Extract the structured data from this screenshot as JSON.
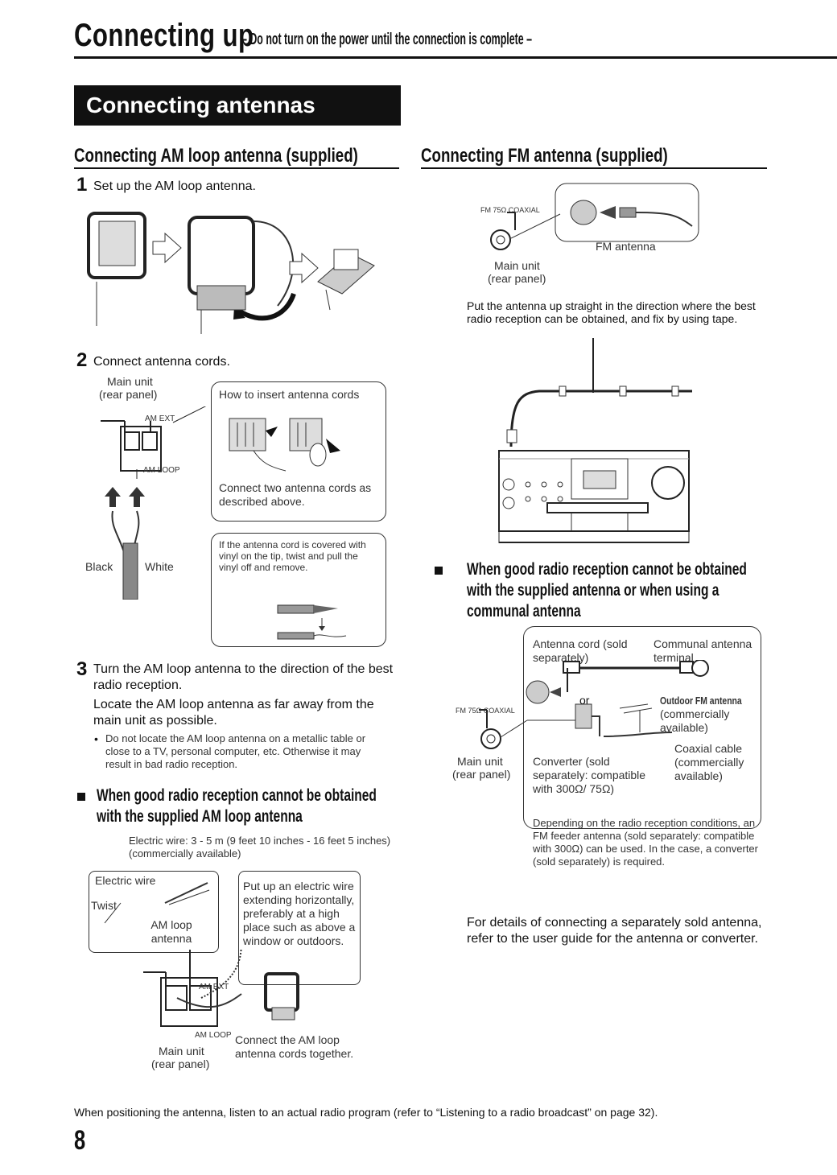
{
  "header": {
    "title": "Connecting up",
    "subtitle": "– Do not turn on the power until the connection is complete –"
  },
  "banner": "Connecting antennas",
  "am": {
    "heading": "Connecting AM loop antenna (supplied)",
    "step1_num": "1",
    "step1": "Set up the AM loop antenna.",
    "step2_num": "2",
    "step2": "Connect antenna cords.",
    "main_unit": "Main unit",
    "rear_panel": "(rear panel)",
    "am_ext": "AM EXT",
    "am_loop": "AM LOOP",
    "howto_title": "How to insert antenna cords",
    "howto_text": "Connect two antenna cords as described above.",
    "black": "Black",
    "white": "White",
    "vinyl_note": "If the antenna cord is covered with vinyl on the tip, twist and pull the vinyl off and remove.",
    "step3_num": "3",
    "step3_line1": "Turn the AM loop antenna to the direction of the best radio reception.",
    "step3_line2": "Locate the AM loop antenna as far away from the main unit as possible.",
    "bullet": "Do not locate the AM loop antenna on a metallic table or close to a TV, personal computer, etc. Otherwise it may result in bad radio reception.",
    "poor_heading": "When good radio reception cannot be obtained with the supplied AM loop antenna",
    "electric_wire_spec": "Electric wire: 3 - 5 m (9 feet 10 inches - 16 feet 5 inches) (commercially available)",
    "electric_wire": "Electric wire",
    "twist": "Twist",
    "am_loop_antenna": "AM loop antenna",
    "put_up": "Put up an electric wire extending horizontally, preferably at a high place such as above a window or outdoors.",
    "connect_together": "Connect the AM loop antenna cords together."
  },
  "fm": {
    "heading": "Connecting FM antenna (supplied)",
    "fm_coaxial": "FM 75Ω COAXIAL",
    "fm_antenna": "FM antenna",
    "main_unit": "Main unit",
    "rear_panel": "(rear panel)",
    "put_up": "Put the antenna up straight in the direction where the best radio reception can be obtained, and fix by using tape.",
    "poor_heading": "When good radio reception cannot be obtained with the supplied antenna or when using a communal antenna",
    "antenna_cord": "Antenna cord (sold separately)",
    "communal": "Communal antenna terminal",
    "or": "or",
    "outdoor": "Outdoor FM antenna",
    "commercial": "(commercially available)",
    "coaxial_cable": "Coaxial cable (commercially available)",
    "converter": "Converter (sold separately: compatible with 300Ω/ 75Ω)",
    "depending": "Depending on the radio reception conditions, an FM feeder antenna (sold separately: compatible with 300Ω) can be used. In the case, a converter (sold separately) is required.",
    "details": "For details of connecting a separately sold antenna, refer to the user guide for the antenna or converter."
  },
  "footer": "When positioning the antenna, listen to an actual radio program (refer to “Listening to a radio broadcast” on page 32).",
  "page_number": "8"
}
